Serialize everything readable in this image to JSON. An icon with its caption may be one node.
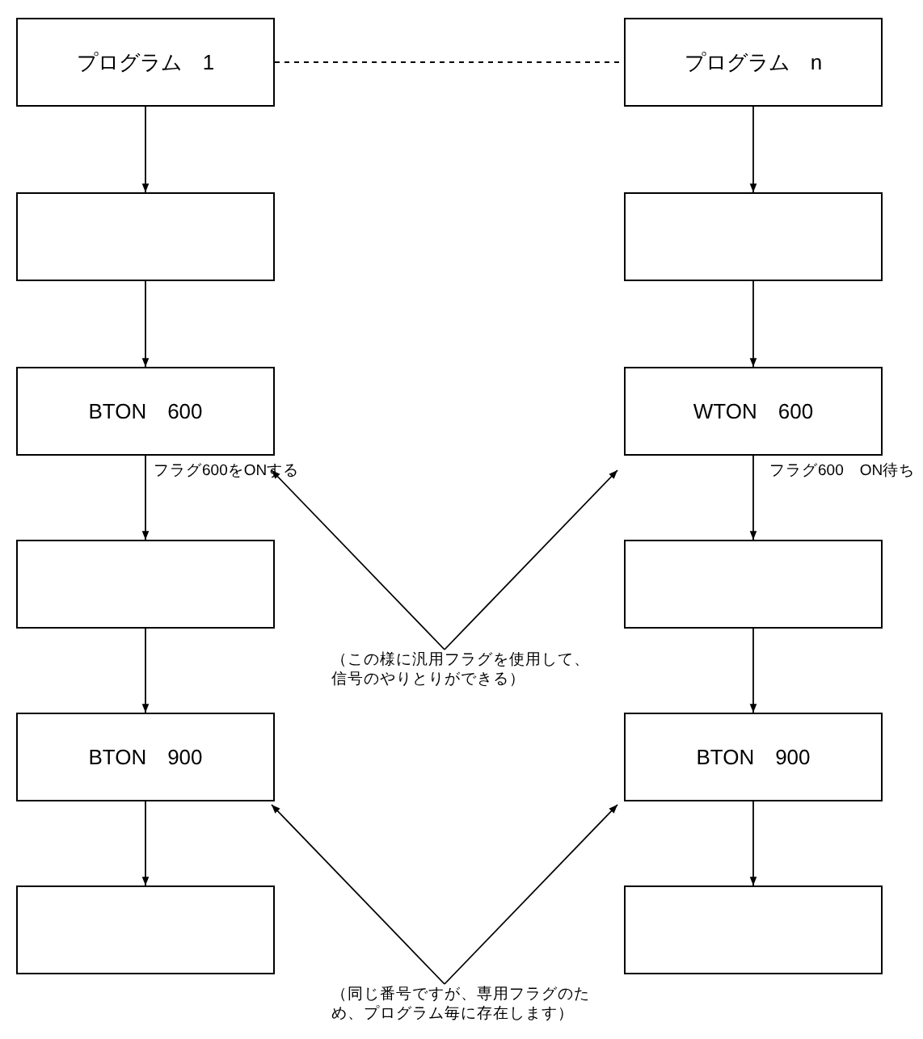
{
  "diagram": {
    "nodes": [
      {
        "text": [
          "プログラム　1"
        ]
      },
      {
        "text": [
          "プログラム　n"
        ]
      },
      {
        "text": [],
        "shape": "box"
      },
      {
        "text": [],
        "shape": "box"
      },
      {
        "text": [
          "BTON　600"
        ],
        "beside": [
          "フラグ600をONする"
        ]
      },
      {
        "text": [
          "WTON　600"
        ],
        "beside": [
          "フラグ600　ON待ち"
        ]
      },
      {
        "text": [],
        "shape": "box"
      },
      {
        "text": [],
        "shape": "box"
      },
      {
        "text": [
          "BTON　900"
        ]
      },
      {
        "text": [
          "BTON　900"
        ]
      },
      {
        "text": [],
        "shape": "box"
      },
      {
        "text": [],
        "shape": "box"
      },
      {
        "text": [
          "（この様に汎用フラグを使用して、信号のやりとりができる）"
        ]
      },
      {
        "text": [
          "（同じ番号ですが、専用フラグのため、プログラム毎に存在します）"
        ]
      }
    ],
    "edges": [
      {
        "from": 0,
        "to": 1,
        "arrow": "none",
        "style": "dashed"
      },
      {
        "from": 0,
        "to": 2,
        "arrow": "to"
      },
      {
        "from": 2,
        "to": 4,
        "arrow": "to"
      },
      {
        "from": 4,
        "to": 6,
        "arrow": "to"
      },
      {
        "from": 6,
        "to": 8,
        "arrow": "to"
      },
      {
        "from": 8,
        "to": 10,
        "arrow": "to"
      },
      {
        "from": 1,
        "to": 3,
        "arrow": "to"
      },
      {
        "from": 3,
        "to": 5,
        "arrow": "to"
      },
      {
        "from": 5,
        "to": 7,
        "arrow": "to"
      },
      {
        "from": 7,
        "to": 9,
        "arrow": "to"
      },
      {
        "from": 9,
        "to": 11,
        "arrow": "to"
      },
      {
        "from": 12,
        "to": 4,
        "arrow": "to"
      },
      {
        "from": 12,
        "to": 5,
        "arrow": "to"
      },
      {
        "from": 13,
        "to": 8,
        "arrow": "to"
      },
      {
        "from": 13,
        "to": 9,
        "arrow": "to"
      }
    ]
  }
}
